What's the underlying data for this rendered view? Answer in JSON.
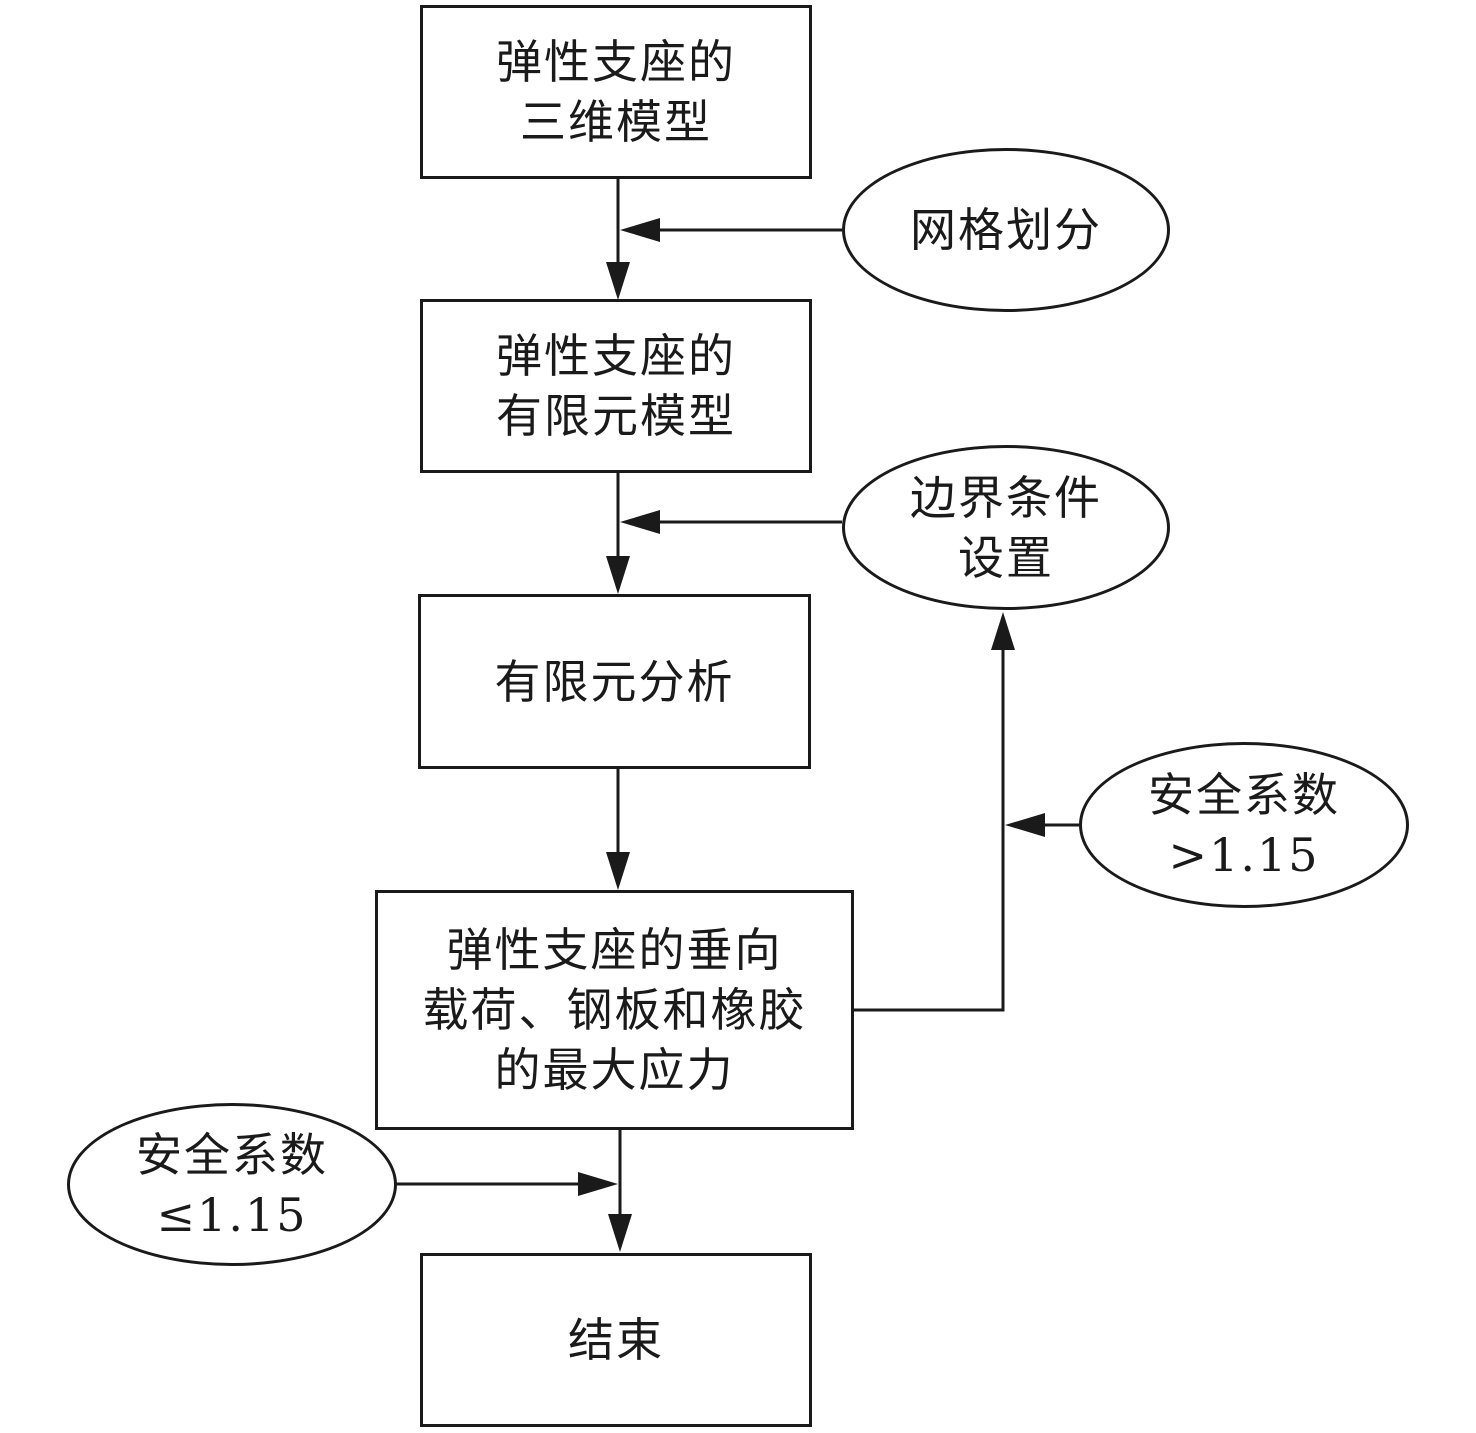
{
  "nodes": {
    "model_3d": {
      "lines": [
        "弹性支座的",
        "三维模型"
      ]
    },
    "mesh": {
      "lines": [
        "网格划分"
      ]
    },
    "fe_model": {
      "lines": [
        "弹性支座的",
        "有限元模型"
      ]
    },
    "boundary": {
      "lines": [
        "边界条件",
        "设置"
      ]
    },
    "fe_analysis": {
      "lines": [
        "有限元分析"
      ]
    },
    "safety_high": {
      "lines": [
        "安全系数",
        ">1.15"
      ]
    },
    "stress": {
      "lines": [
        "弹性支座的垂向",
        "载荷、钢板和橡胶",
        "的最大应力"
      ]
    },
    "safety_low": {
      "lines": [
        "安全系数",
        "≤1.15"
      ]
    },
    "end": {
      "lines": [
        "结束"
      ]
    }
  },
  "colors": {
    "stroke": "#1a1a1a",
    "background": "#ffffff"
  }
}
